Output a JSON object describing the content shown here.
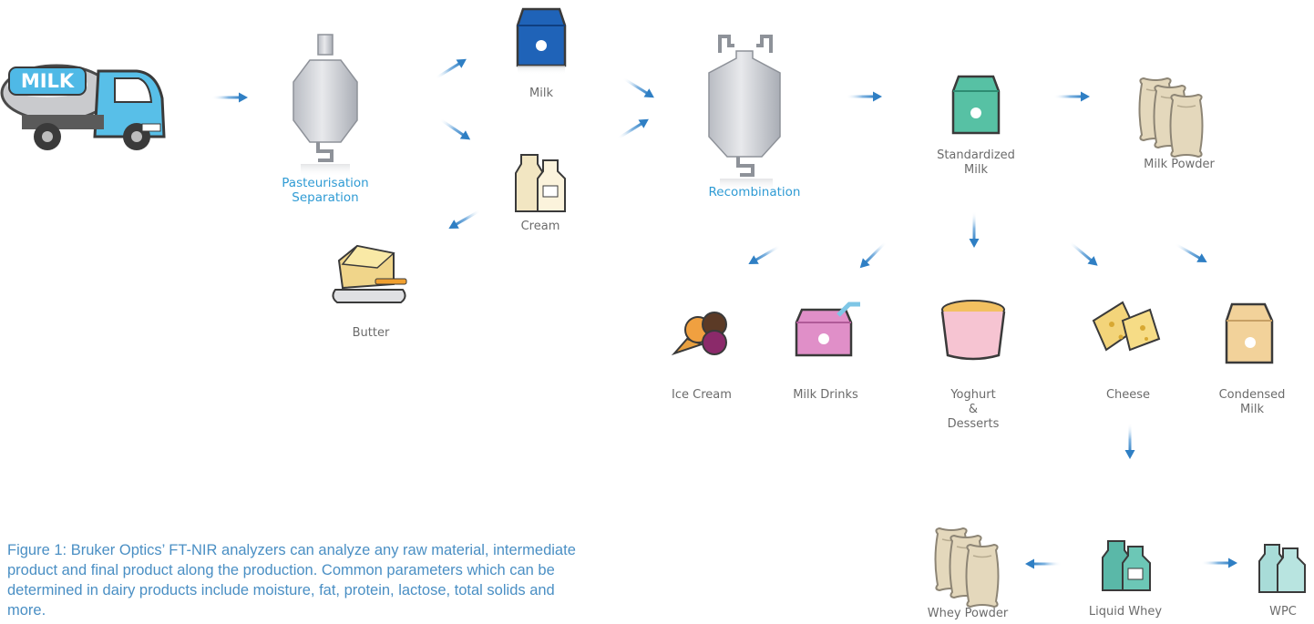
{
  "nodes": {
    "truck": {
      "sign": "MILK"
    },
    "pasteurisation": {
      "line1": "Pasteurisation",
      "line2": "Separation"
    },
    "milk": {
      "label": "Milk"
    },
    "cream": {
      "label": "Cream"
    },
    "butter": {
      "label": "Butter"
    },
    "recombination": {
      "label": "Recombination"
    },
    "standardized_milk": {
      "line1": "Standardized",
      "line2": "Milk"
    },
    "milk_powder": {
      "label": "Milk Powder"
    },
    "ice_cream": {
      "label": "Ice Cream"
    },
    "milk_drinks": {
      "label": "Milk Drinks"
    },
    "yoghurt": {
      "line1": "Yoghurt",
      "line2": "&",
      "line3": "Desserts"
    },
    "cheese": {
      "label": "Cheese"
    },
    "condensed_milk": {
      "line1": "Condensed",
      "line2": "Milk"
    },
    "liquid_whey": {
      "label": "Liquid Whey"
    },
    "whey_powder": {
      "label": "Whey Powder"
    },
    "wpc": {
      "label": "WPC"
    }
  },
  "caption": "Figure 1: Bruker Optics’ FT-NIR analyzers can analyze any raw material, intermediate product and final product along the production. Common parameters which can be determined in dairy products include moisture, fat, protein, lactose, total solids and more.",
  "colors": {
    "arrow": "#2f7fc4",
    "process_label": "#2f9bd4",
    "product_label": "#6b6b6b",
    "caption": "#4a8fc4"
  },
  "icons": {
    "truck": "milk-truck-icon",
    "tank": "process-tank-icon",
    "milk": "milk-carton-icon",
    "cream": "cream-bottles-icon",
    "butter": "butter-dish-icon",
    "standardized_milk": "milk-carton-icon",
    "milk_powder": "powder-sacks-icon",
    "ice_cream": "ice-cream-cone-icon",
    "milk_drinks": "milk-drink-carton-icon",
    "yoghurt": "yoghurt-cup-icon",
    "cheese": "cheese-icon",
    "condensed_milk": "condensed-milk-carton-icon",
    "liquid_whey": "whey-bottles-icon",
    "whey_powder": "powder-sacks-icon",
    "wpc": "wpc-bottles-icon"
  }
}
